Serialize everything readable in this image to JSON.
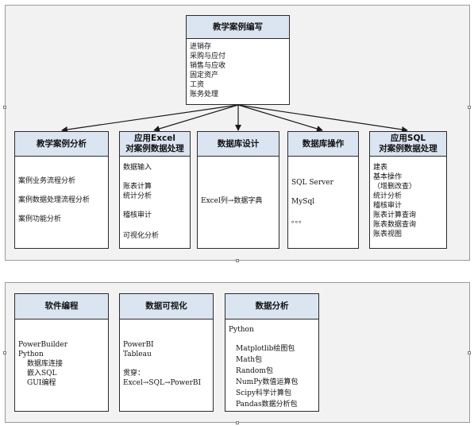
{
  "top_panel": {
    "root": {
      "title": "教学案例编写",
      "items": [
        "进销存",
        "采购与应付",
        "销售与应收",
        "固定资产",
        "工资",
        "账务处理"
      ]
    },
    "children": [
      {
        "title": [
          "教学案例分析"
        ],
        "items": [
          "案例业务流程分析",
          "案例数据处理流程分析",
          "案例功能分析"
        ]
      },
      {
        "title": [
          "应用Excel",
          "对案例数据处理"
        ],
        "items": [
          "数据输入",
          "账表计算",
          "统计分析",
          "稽核审计",
          "可视化分析"
        ]
      },
      {
        "title": [
          "数据库设计"
        ],
        "items": [
          "Excel列→数据字典"
        ]
      },
      {
        "title": [
          "数据库操作"
        ],
        "items": [
          "SQL Server",
          "MySql",
          "。。。"
        ]
      },
      {
        "title": [
          "应用SQL",
          "对案例数据处理"
        ],
        "items": [
          "建表",
          "基本操作",
          "（增删改查）",
          "统计分析",
          "稽核审计",
          "账表计算查询",
          "账表数据查询",
          "账表视图"
        ]
      }
    ]
  },
  "bottom_panel": {
    "boxes": [
      {
        "title": "软件编程",
        "items": [
          "PowerBuilder",
          "Python",
          "数据库连接",
          "嵌入SQL",
          "GUI编程"
        ]
      },
      {
        "title": "数据可视化",
        "items": [
          "PowerBI",
          "Tableau",
          "贯穿：",
          "Excel→SQL→PowerBI"
        ]
      },
      {
        "title": "数据分析",
        "items": [
          "Python",
          "Matplotlib绘图包",
          "Math包",
          "Random包",
          "NumPy数值运算包",
          "Scipy科学计算包",
          "Pandas数据分析包"
        ]
      }
    ]
  }
}
